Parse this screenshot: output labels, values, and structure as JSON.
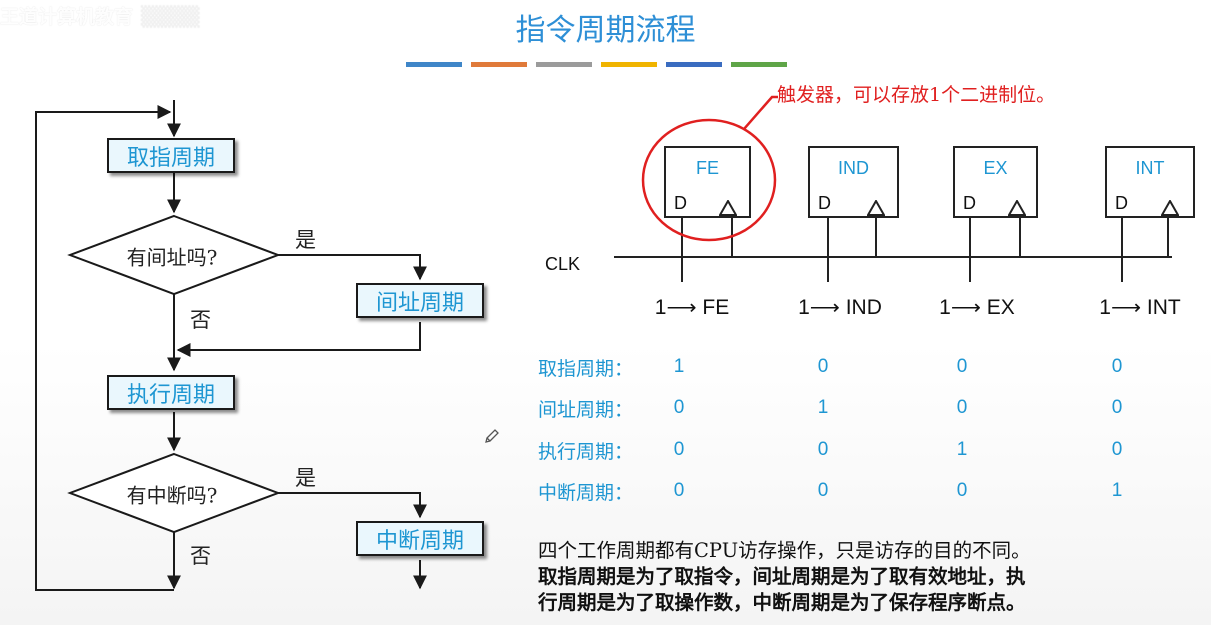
{
  "watermark": "王道计算机教育",
  "title": "指令周期流程",
  "title_strip_colors": [
    "#3f86c8",
    "#e07a3a",
    "#9b9b9b",
    "#f0b400",
    "#3a6cc0",
    "#5fa548"
  ],
  "flowchart": {
    "fetch": "取指周期",
    "indirect_question": "有间址吗?",
    "indirect": "间址周期",
    "execute": "执行周期",
    "interrupt_question": "有中断吗?",
    "interrupt": "中断周期",
    "yes_1": "是",
    "no_1": "否",
    "yes_2": "是",
    "no_2": "否"
  },
  "flipflops": [
    {
      "name": "FE",
      "d": "D"
    },
    {
      "name": "IND",
      "d": "D"
    },
    {
      "name": "EX",
      "d": "D"
    },
    {
      "name": "INT",
      "d": "D"
    }
  ],
  "clk_label": "CLK",
  "set_labels": [
    "1⟶ FE",
    "1⟶ IND",
    "1⟶ EX",
    "1⟶ INT"
  ],
  "annotation": "触发器，可以存放1个二进制位。",
  "annotation_color": "#e02020",
  "state_table": [
    {
      "label": "取指周期：",
      "values": [
        "1",
        "0",
        "0",
        "0"
      ]
    },
    {
      "label": "间址周期：",
      "values": [
        "0",
        "1",
        "0",
        "0"
      ]
    },
    {
      "label": "执行周期：",
      "values": [
        "0",
        "0",
        "1",
        "0"
      ]
    },
    {
      "label": "中断周期：",
      "values": [
        "0",
        "0",
        "0",
        "1"
      ]
    }
  ],
  "summary": {
    "line1": "四个工作周期都有CPU访存操作，只是访存的目的不同。",
    "line2": "取指周期是为了取指令，间址周期是为了取有效地址，执",
    "line3": "行周期是为了取操作数，中断周期是为了保存程序断点。"
  },
  "accent_color": "#1e96d2"
}
